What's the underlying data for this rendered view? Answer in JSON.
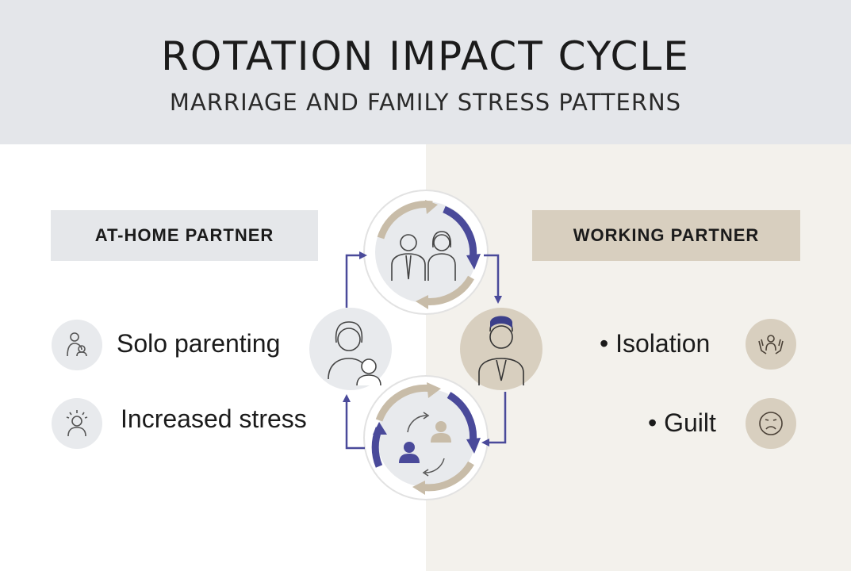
{
  "header": {
    "title": "ROTATION IMPACT CYCLE",
    "subtitle": "MARRIAGE AND FAMILY STRESS PATTERNS"
  },
  "left_panel": {
    "label": "AT-HOME PARTNER",
    "items": [
      {
        "text": "Solo parenting",
        "icon": "parent-baby-icon"
      },
      {
        "text": "Increased stress",
        "icon": "stressed-person-icon"
      }
    ]
  },
  "right_panel": {
    "label": "WORKING PARTNER",
    "items": [
      {
        "text": "• Isolation",
        "icon": "hands-person-icon"
      },
      {
        "text": "• Guilt",
        "icon": "sad-face-icon"
      }
    ]
  },
  "colors": {
    "header_bg": "#e4e6ea",
    "right_bg": "#f3f1ec",
    "accent_purple": "#4a4a9a",
    "accent_tan": "#c8bca8",
    "label_left_bg": "#e5e7ea",
    "label_right_bg": "#d8cfbf"
  }
}
